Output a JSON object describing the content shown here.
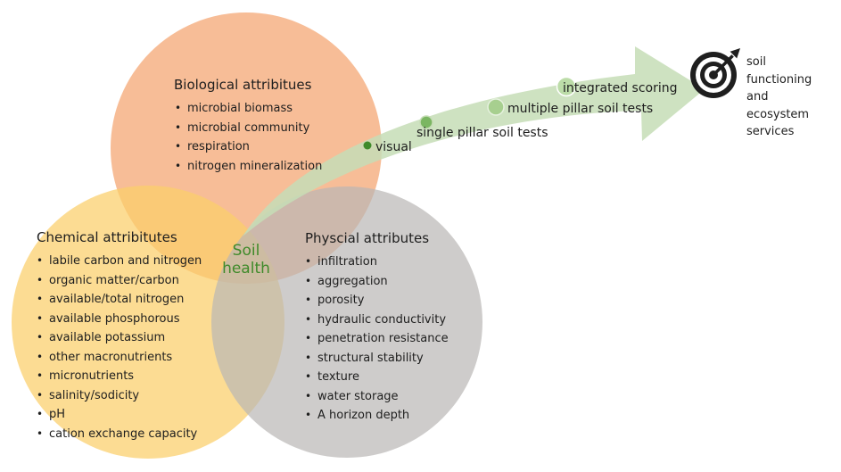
{
  "circles": [
    {
      "name": "biological",
      "color": "#f4a36f"
    },
    {
      "name": "chemical",
      "color": "#fbcf6a"
    },
    {
      "name": "physical",
      "color": "#b9b6b5"
    }
  ],
  "biological": {
    "title": "Biological attribitues",
    "items": [
      "microbial biomass",
      "microbial community",
      "respiration",
      "nitrogen mineralization"
    ]
  },
  "chemical": {
    "title": "Chemical attribitutes",
    "items": [
      "labile carbon and nitrogen",
      "organic matter/carbon",
      "available/total nitrogen",
      "available phosphorous",
      "available potassium",
      "other macronutrients",
      "micronutrients",
      "salinity/sodicity",
      "pH",
      "cation exchange capacity"
    ]
  },
  "physical": {
    "title": "Physcial attributes",
    "items": [
      "infiltration",
      "aggregation",
      "porosity",
      "hydraulic conductivity",
      "penetration resistance",
      "structural stability",
      "texture",
      "water storage",
      "A horizon depth"
    ]
  },
  "center": {
    "line1": "Soil",
    "line2": "health",
    "color": "#3f8a2a"
  },
  "arrow": {
    "color": "#c6ddb6",
    "steps": [
      {
        "label": "visual"
      },
      {
        "label": "single pillar soil tests"
      },
      {
        "label": "multiple pillar soil tests"
      },
      {
        "label": "integrated scoring"
      }
    ]
  },
  "goal": {
    "icon": "target-icon",
    "lines": [
      "soil",
      "functioning",
      "and",
      "ecosystem",
      "services"
    ]
  }
}
